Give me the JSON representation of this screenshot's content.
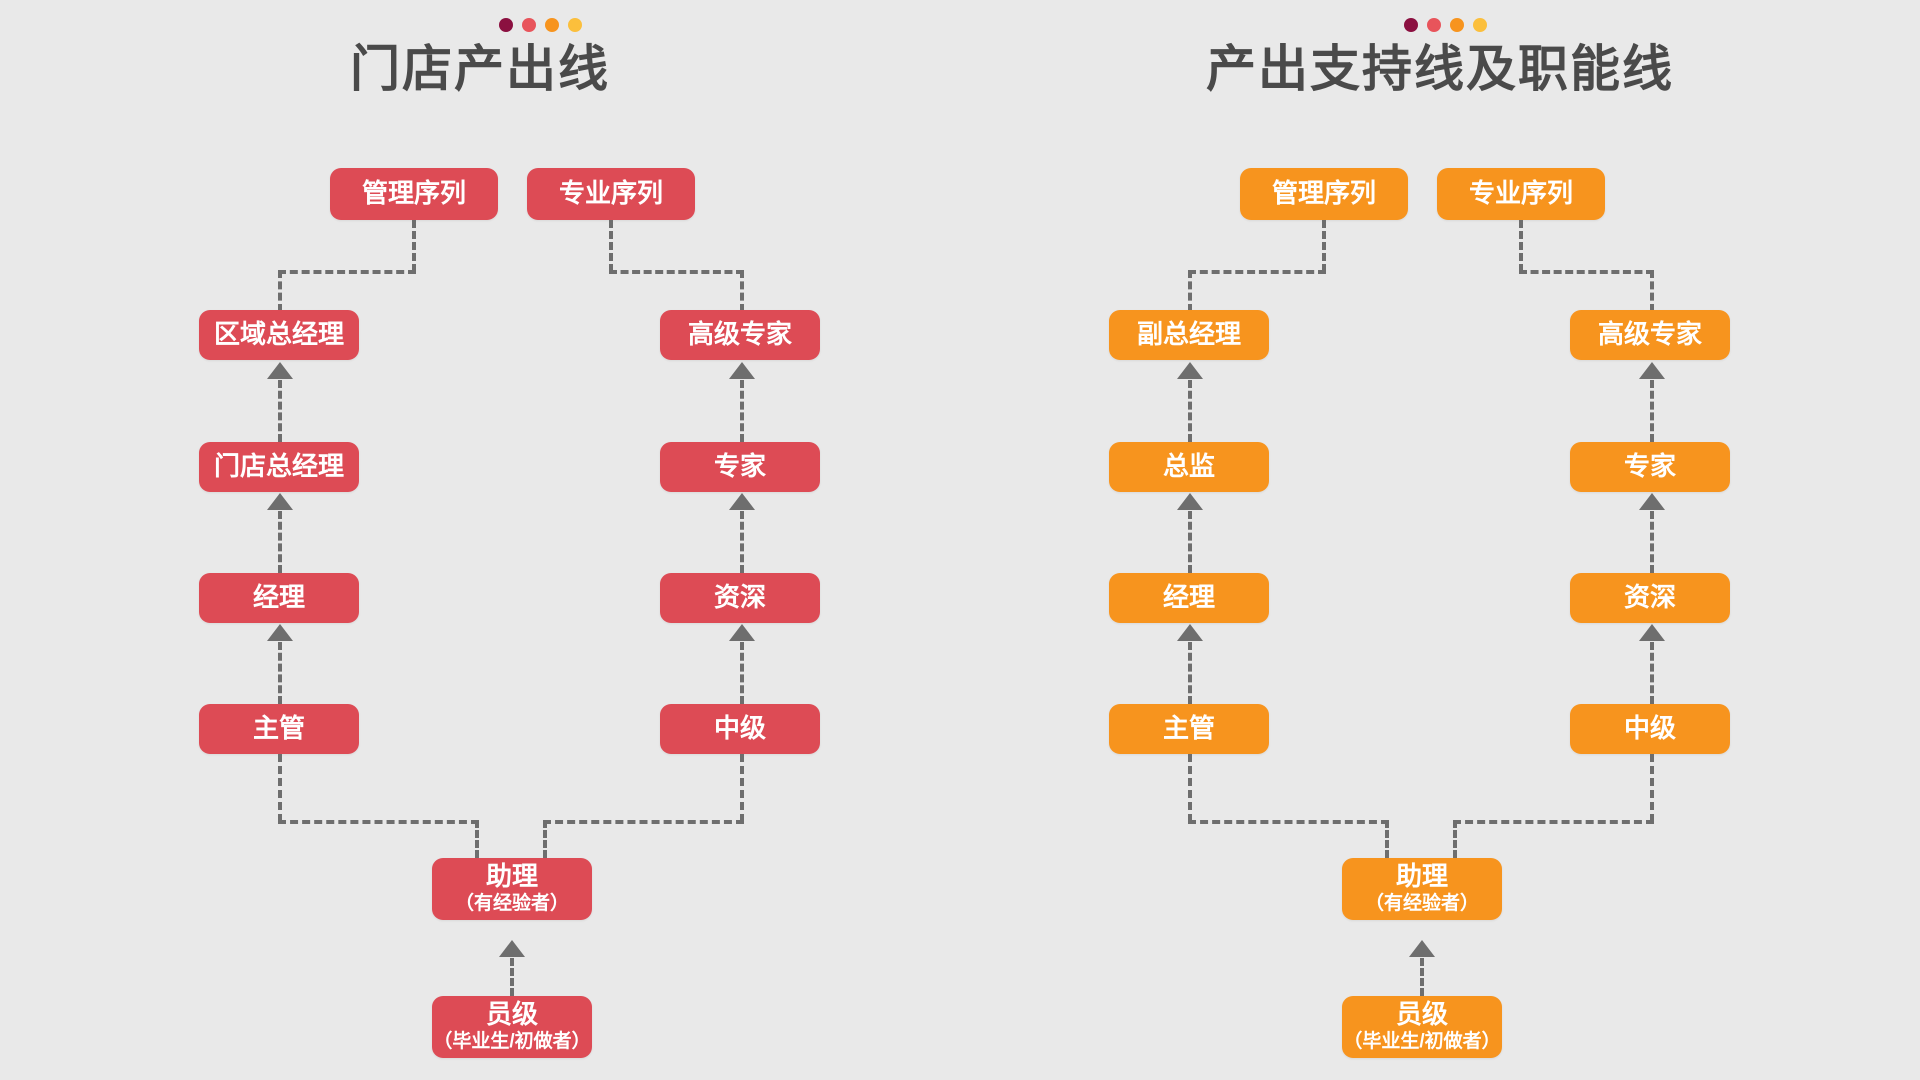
{
  "canvas": {
    "background": "#e9e9e9"
  },
  "palette": {
    "red": "#dd4b55",
    "orange": "#f7941e",
    "title_text": "#4a4a4a",
    "connector": "#6e6e6e",
    "dot_1": "#8b1040",
    "dot_2": "#e8545b",
    "dot_3": "#f7941e",
    "dot_4": "#fbbf3c"
  },
  "panels": [
    {
      "id": "store-output-line",
      "title": "门店产出线",
      "accent": "#dd4b55",
      "dots": [
        "#8b1040",
        "#e8545b",
        "#f7941e",
        "#fbbf3c"
      ],
      "tracks": [
        {
          "id": "management",
          "header": "管理序列",
          "rungs": [
            "区域总经理",
            "门店总经理",
            "经理",
            "主管"
          ]
        },
        {
          "id": "professional",
          "header": "专业序列",
          "rungs": [
            "高级专家",
            "专家",
            "资深",
            "中级"
          ]
        }
      ],
      "shared": [
        {
          "id": "assistant",
          "line1": "助理",
          "line2": "（有经验者）"
        },
        {
          "id": "entry",
          "line1": "员级",
          "line2": "（毕业生/初做者）"
        }
      ]
    },
    {
      "id": "support-and-function-line",
      "title": "产出支持线及职能线",
      "accent": "#f7941e",
      "dots": [
        "#8b1040",
        "#e8545b",
        "#f7941e",
        "#fbbf3c"
      ],
      "tracks": [
        {
          "id": "management",
          "header": "管理序列",
          "rungs": [
            "副总经理",
            "总监",
            "经理",
            "主管"
          ]
        },
        {
          "id": "professional",
          "header": "专业序列",
          "rungs": [
            "高级专家",
            "专家",
            "资深",
            "中级"
          ]
        }
      ],
      "shared": [
        {
          "id": "assistant",
          "line1": "助理",
          "line2": "（有经验者）"
        },
        {
          "id": "entry",
          "line1": "员级",
          "line2": "（毕业生/初做者）"
        }
      ]
    }
  ]
}
